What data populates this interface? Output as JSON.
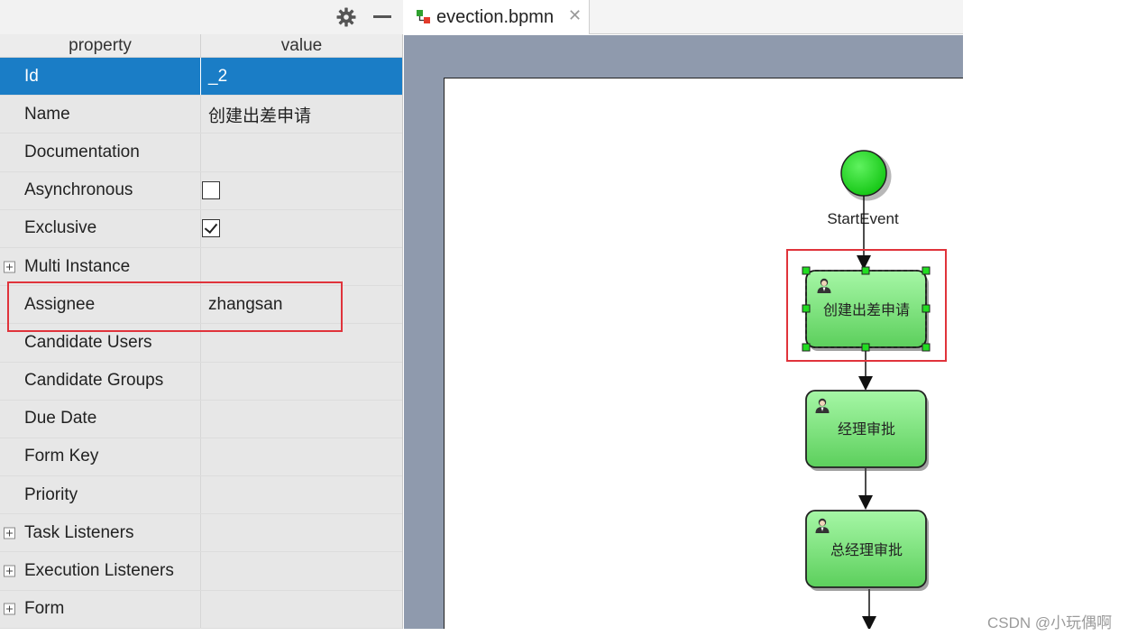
{
  "properties_panel": {
    "toolbar": {
      "gear_icon": "gear-icon",
      "minimize_icon": "minimize-icon"
    },
    "header": {
      "property": "property",
      "value": "value"
    },
    "rows": [
      {
        "label": "Id",
        "value": "_2",
        "selected": true
      },
      {
        "label": "Name",
        "value": "创建出差申请"
      },
      {
        "label": "Documentation",
        "value": ""
      },
      {
        "label": "Asynchronous",
        "checkbox": false
      },
      {
        "label": "Exclusive",
        "checkbox": true
      },
      {
        "label": "Multi Instance",
        "value": "",
        "expandable": true
      },
      {
        "label": "Assignee",
        "value": "zhangsan"
      },
      {
        "label": "Candidate Users",
        "value": ""
      },
      {
        "label": "Candidate Groups",
        "value": ""
      },
      {
        "label": "Due Date",
        "value": ""
      },
      {
        "label": "Form Key",
        "value": ""
      },
      {
        "label": "Priority",
        "value": ""
      },
      {
        "label": "Task Listeners",
        "value": "",
        "expandable": true
      },
      {
        "label": "Execution Listeners",
        "value": "",
        "expandable": true
      },
      {
        "label": "Form",
        "value": "",
        "expandable": true
      }
    ]
  },
  "editor": {
    "tab": {
      "title": "evection.bpmn",
      "close_icon": "close-icon",
      "file_icon": "bpmn-file-icon"
    },
    "diagram": {
      "start_event": {
        "label": "StartEvent"
      },
      "tasks": [
        {
          "label": "创建出差申请",
          "selected": true
        },
        {
          "label": "经理审批"
        },
        {
          "label": "总经理审批"
        }
      ]
    }
  },
  "colors": {
    "selection": "#1a7dc6",
    "highlight_box": "#e0333b",
    "start_event": "#22cc22",
    "task_fill": "#7ee27e",
    "canvas_bg": "#8f9aad"
  },
  "watermark": "CSDN @小玩偶啊"
}
